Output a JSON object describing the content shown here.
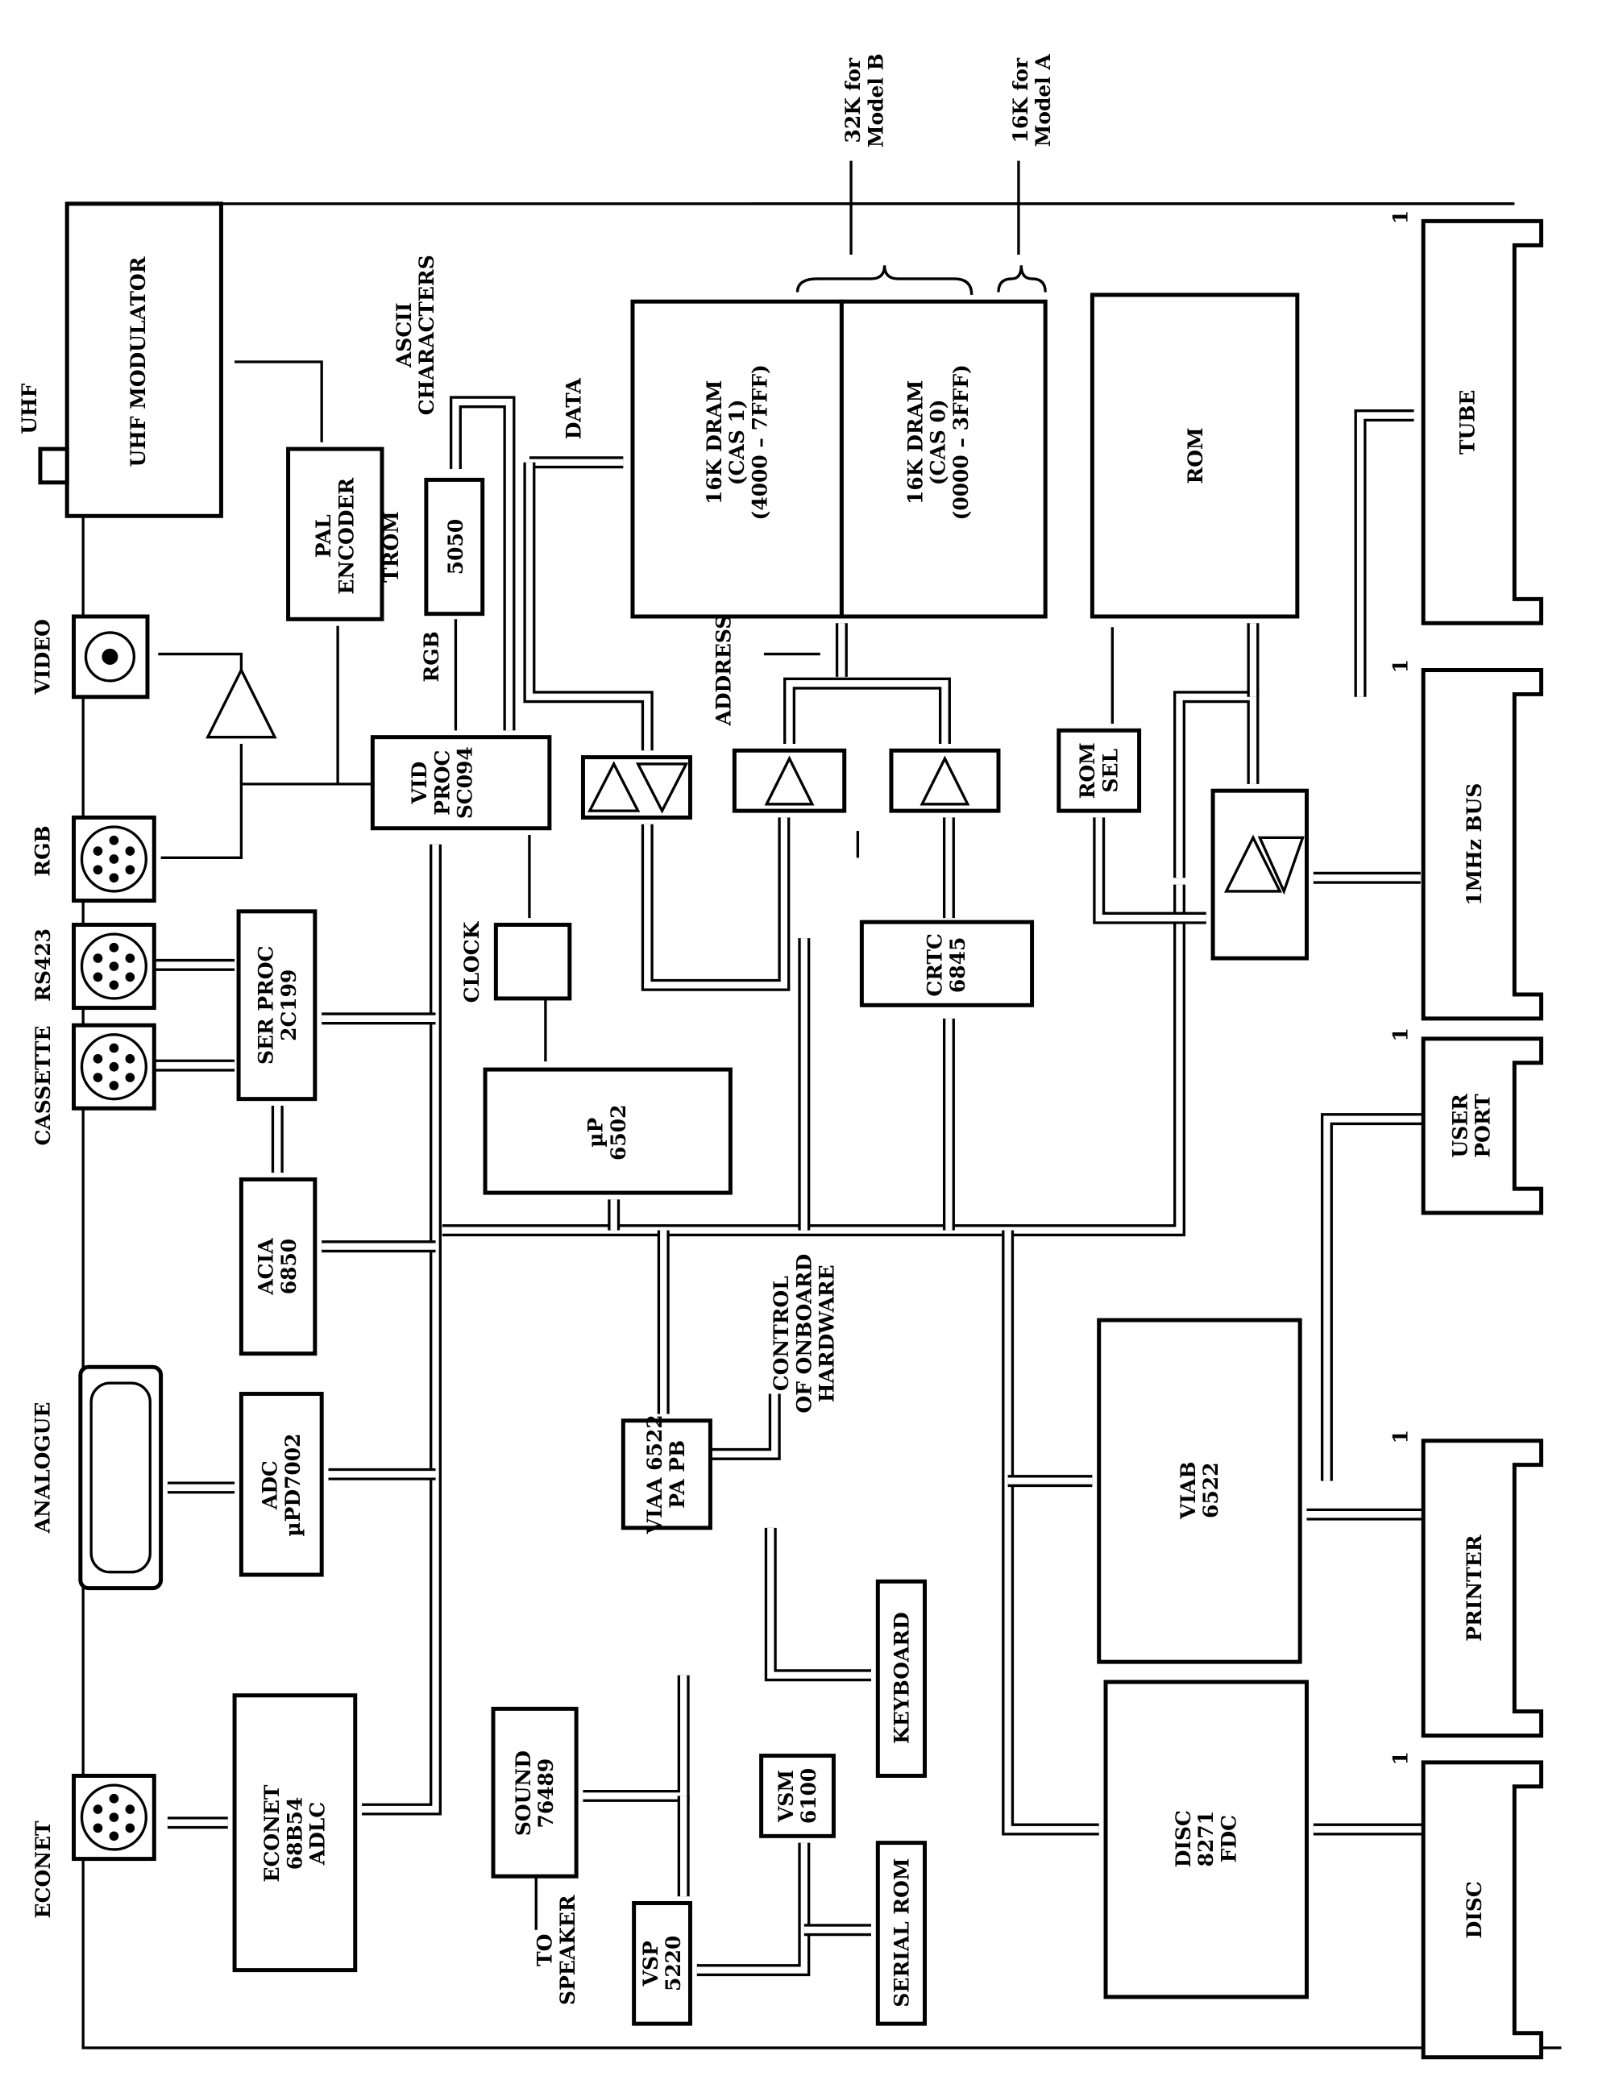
{
  "labels": {
    "uhf": "UHF",
    "uhf_modulator": "UHF MODULATOR",
    "video": "VIDEO",
    "rgb_conn": "RGB",
    "rs423": "RS423",
    "cassette": "CASSETTE",
    "analogue": "ANALOGUE",
    "econet": "ECONET",
    "pal": [
      "PAL",
      "ENCODER"
    ],
    "trom": "TROM",
    "trom_chip": "5050",
    "ascii": [
      "ASCII",
      "CHARACTERS"
    ],
    "data": "DATA",
    "rgb_sig": "RGB",
    "dram1": [
      "16K DRAM",
      "(CAS 1)",
      "(4000 – 7FFF)"
    ],
    "dram0": [
      "16K DRAM",
      "(CAS 0)",
      "(0000 – 3FFF)"
    ],
    "model_b": [
      "32K for",
      "Model B"
    ],
    "model_a": [
      "16K for",
      "Model A"
    ],
    "rom": "ROM",
    "tube": "TUBE",
    "mhz_bus": "1MHz BUS",
    "user_port": [
      "USER",
      "PORT"
    ],
    "printer": "PRINTER",
    "disc_conn": "DISC",
    "pin1": "1",
    "vid_proc": [
      "VID",
      "PROC",
      "SC094"
    ],
    "address": "ADDRESS",
    "rom_sel": [
      "ROM",
      "SEL"
    ],
    "clock": "CLOCK",
    "cpu": [
      "µP",
      "6502"
    ],
    "crtc": [
      "CRTC",
      "6845"
    ],
    "ser_proc": [
      "SER PROC",
      "2C199"
    ],
    "acia": [
      "ACIA",
      "6850"
    ],
    "adc": [
      "ADC",
      "µPD7002"
    ],
    "econet_chip": [
      "ECONET",
      "68B54",
      "ADLC"
    ],
    "viaa": [
      "VIAA  6522",
      "PA      PB"
    ],
    "control": [
      "CONTROL",
      "OF ONBOARD",
      "HARDWARE"
    ],
    "keyboard": "KEYBOARD",
    "sound": [
      "SOUND",
      "76489"
    ],
    "vsm": [
      "VSM",
      "6100"
    ],
    "vsp": [
      "VSP",
      "5220"
    ],
    "serial_rom": "SERIAL ROM",
    "speaker": [
      "TO",
      "SPEAKER"
    ],
    "viab": [
      "VIAB",
      "6522"
    ],
    "fdc": [
      "DISC",
      "8271",
      "FDC"
    ]
  }
}
